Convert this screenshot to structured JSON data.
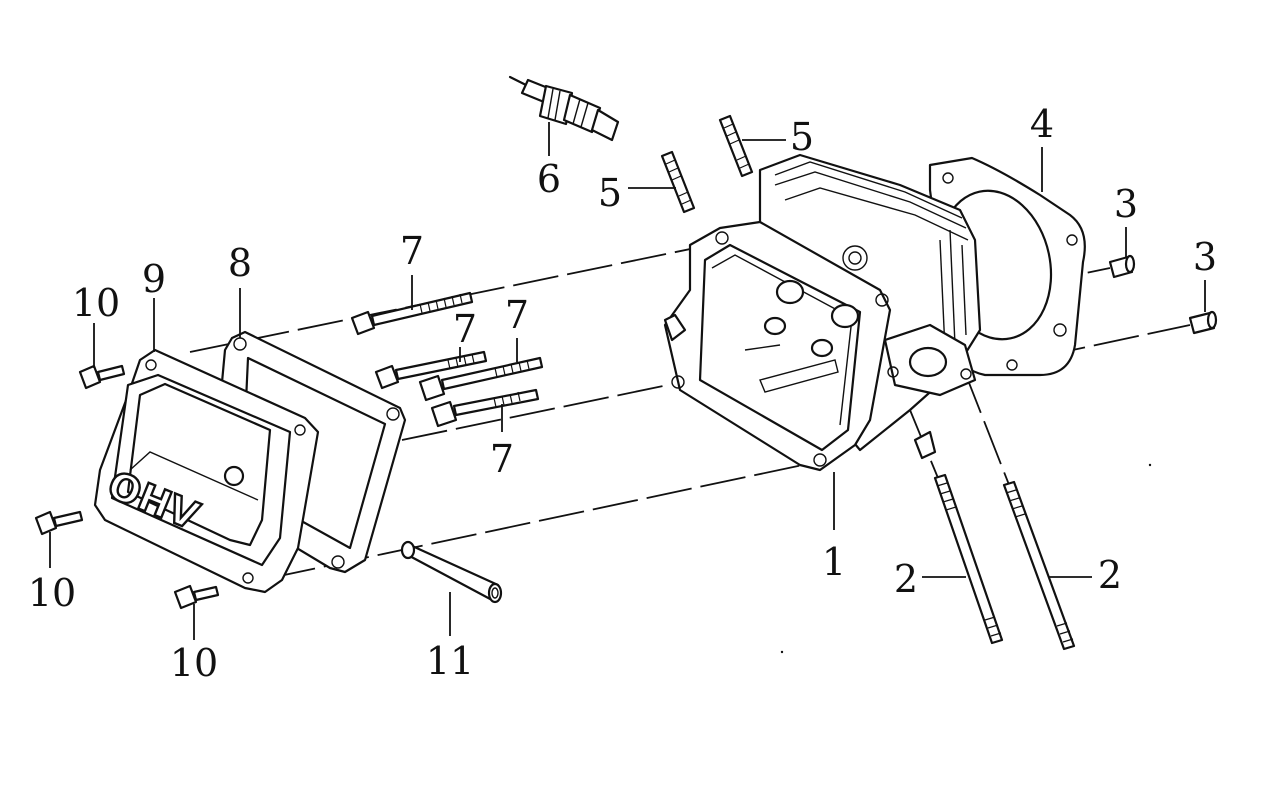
{
  "callouts": {
    "p1": "1",
    "p2a": "2",
    "p2b": "2",
    "p3a": "3",
    "p3b": "3",
    "p4": "4",
    "p5a": "5",
    "p5b": "5",
    "p6": "6",
    "p7a": "7",
    "p7b": "7",
    "p7c": "7",
    "p7d": "7",
    "p8": "8",
    "p9": "9",
    "p10a": "10",
    "p10b": "10",
    "p10c": "10",
    "p11": "11"
  },
  "cover_text": "OHV"
}
